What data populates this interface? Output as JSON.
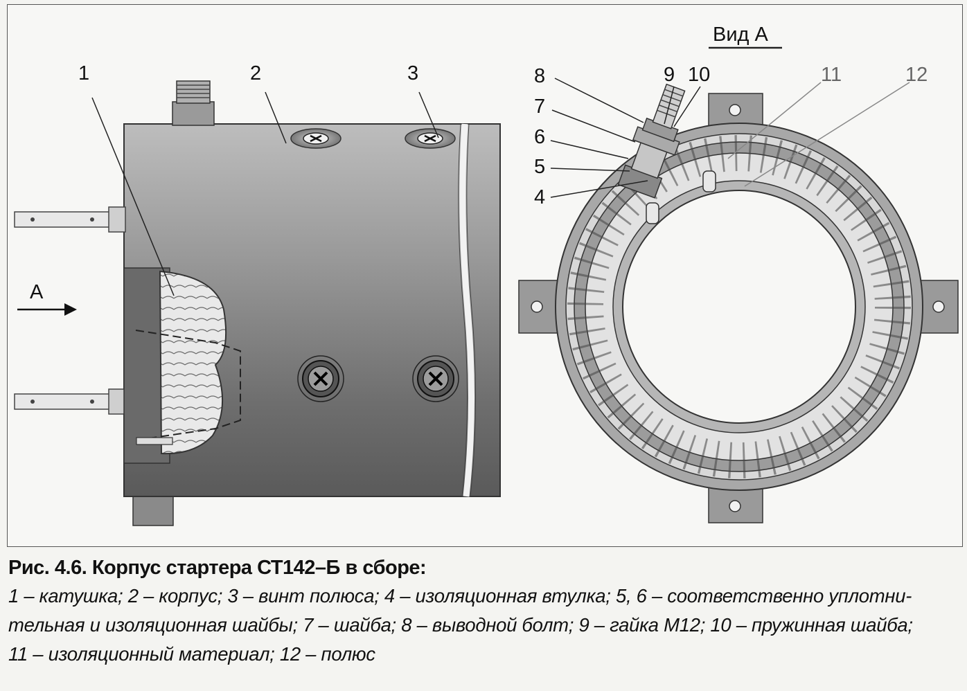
{
  "figure": {
    "view_label": "Вид А",
    "direction_label": "А",
    "callouts": [
      "1",
      "2",
      "3",
      "4",
      "5",
      "6",
      "7",
      "8",
      "9",
      "10",
      "11",
      "12"
    ]
  },
  "caption": {
    "title": "Рис. 4.6. Корпус стартера СТ142–Б в сборе:",
    "lines": [
      "1 – катушка; 2 – корпус; 3 – винт полюса; 4 – изоляционная втулка; 5, 6 – соответственно уплотни-",
      "тельная и изоляционная шайбы; 7 – шайба; 8 – выводной болт; 9 – гайка М12; 10 – пружинная шайба;",
      "11 – изоляционный материал; 12 – полюс"
    ]
  }
}
